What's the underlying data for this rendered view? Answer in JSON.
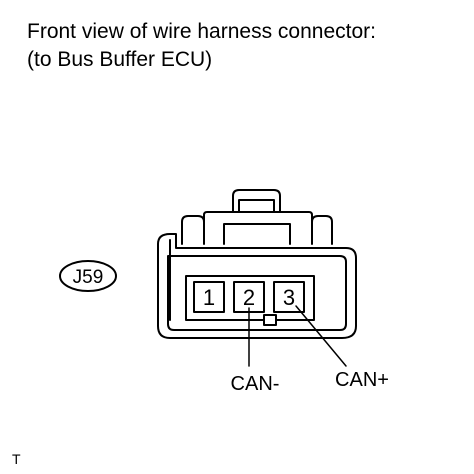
{
  "title": {
    "line1": "Front view of wire harness connector:",
    "line2": "(to Bus Buffer ECU)"
  },
  "connector": {
    "id_label": "J59",
    "pins": [
      "1",
      "2",
      "3"
    ],
    "terminals": {
      "pin2": "CAN-",
      "pin3": "CAN+"
    }
  },
  "footer": {
    "mark": "T"
  }
}
